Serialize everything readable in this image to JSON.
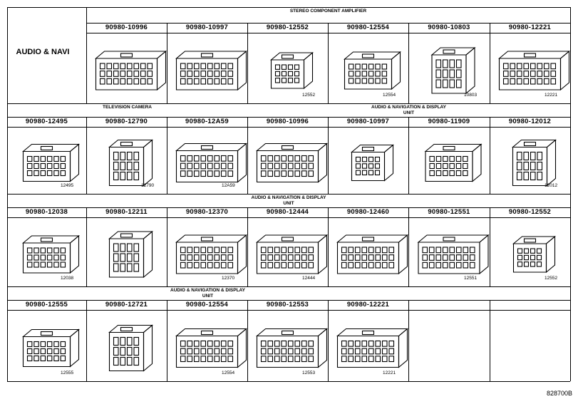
{
  "side_label": "AUDIO & NAVI",
  "figure_code": "828700B",
  "sections": [
    {
      "heading": "STEREO COMPONENT AMPLIFIER",
      "parts": [
        "90980-10996",
        "90980-10997",
        "90980-12552",
        "90980-12554",
        "90980-10803",
        "90980-12221"
      ],
      "tags": [
        "",
        "",
        "12552",
        "12554",
        "10803",
        "12221"
      ]
    },
    {
      "heading": "TELEVISION CAMERA",
      "parts": [
        "90980-12495",
        "90980-12790",
        "90980-12A59"
      ],
      "tags": [
        "12495",
        "12790",
        "12A59"
      ]
    },
    {
      "heading": "AUDIO & NAVIGATION & DISPLAY\nUNIT",
      "parts": [
        "90980-10996",
        "90980-10997",
        "90980-11909",
        "90980-12012"
      ],
      "tags": [
        "",
        "",
        "",
        "12012"
      ]
    },
    {
      "heading": "AUDIO & NAVIGATION & DISPLAY\nUNIT",
      "parts": [
        "90980-12038",
        "90980-12211",
        "90980-12370",
        "90980-12444",
        "90980-12460",
        "90980-12551",
        "90980-12552"
      ],
      "tags": [
        "12038",
        "",
        "12370",
        "12444",
        "",
        "12551",
        "12552"
      ]
    },
    {
      "heading": "AUDIO & NAVIGATION & DISPLAY\nUNIT",
      "parts": [
        "90980-12555",
        "90980-12721",
        "90980-12554",
        "90980-12553",
        "90980-12221"
      ],
      "tags": [
        "12555",
        "",
        "12554",
        "12553",
        "12221"
      ]
    }
  ]
}
